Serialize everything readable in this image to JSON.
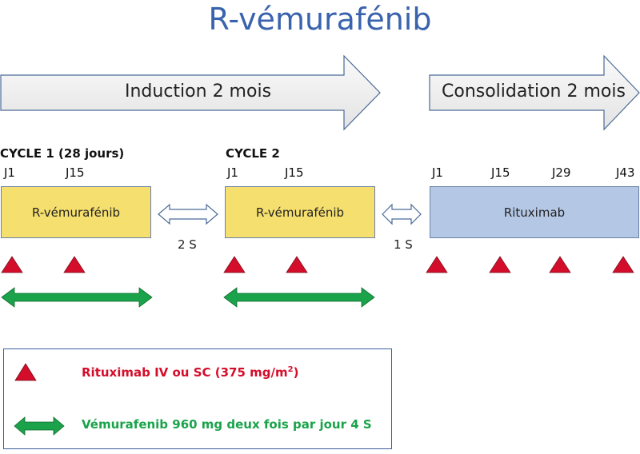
{
  "title": "R-vémurafénib",
  "phases": [
    {
      "label": "Induction 2 mois"
    },
    {
      "label": "Consolidation 2 mois"
    }
  ],
  "cycles": [
    {
      "label": "CYCLE 1 (28 jours)",
      "days": [
        "J1",
        "J15"
      ],
      "box": "R-vémurafénib"
    },
    {
      "label": "CYCLE 2",
      "days": [
        "J1",
        "J15"
      ],
      "box": "R-vémurafénib"
    },
    {
      "label": "",
      "days": [
        "J1",
        "J15",
        "J29",
        "J43"
      ],
      "box": "Rituximab"
    }
  ],
  "gaps": [
    "2 S",
    "1 S"
  ],
  "legend": {
    "rituximab_prefix": "Rituximab IV ou SC (375 mg/m",
    "rituximab_sup": "2",
    "rituximab_suffix": ")",
    "vemurafenib": "Vémurafenib 960 mg deux fois par jour 4 S"
  },
  "colors": {
    "title": "#3a63ad",
    "treatment_box": "#f5df6e",
    "rituximab_box": "#b4c8e6",
    "rituximab_marker": "#d40d2a",
    "vemurafenib_arrow": "#1aa34a",
    "phase_arrow": "#eeeeee"
  },
  "icons": {
    "rituximab_marker": "red-triangle-icon",
    "vemurafenib_arrow": "green-double-arrow-icon",
    "interval_arrow": "outline-double-arrow-icon"
  }
}
